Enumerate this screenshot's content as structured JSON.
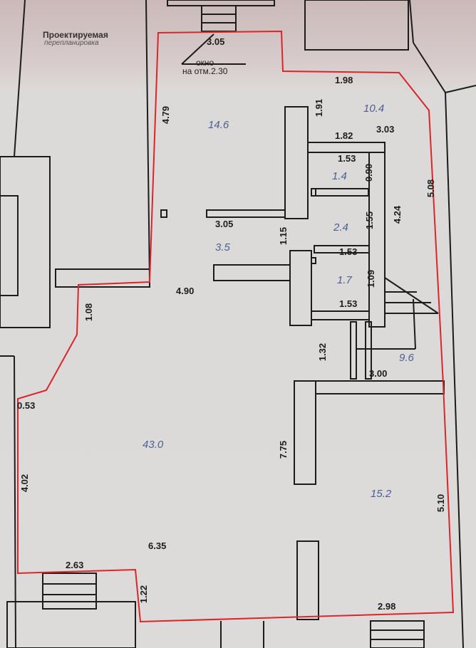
{
  "title": {
    "line1": "Проектируемая",
    "line2": "перепланировка"
  },
  "window_note": {
    "line1": "окно",
    "line2": "на отм.2.30"
  },
  "colors": {
    "boundary": "#d8262b",
    "area_text": "#4a5f96",
    "wall": "#1c1c1c"
  },
  "areas": [
    "14.6",
    "10.4",
    "1.4",
    "2.4",
    "3.5",
    "1.7",
    "9.6",
    "43.0",
    "15.2"
  ],
  "dimensions": [
    "3.05",
    "1.98",
    "4.79",
    "1.91",
    "1.82",
    "3.03",
    "1.53",
    "0.90",
    "5.08",
    "3.05",
    "1.15",
    "1.55",
    "4.24",
    "1.53",
    "4.90",
    "1.09",
    "1.53",
    "1.08",
    "1.32",
    "3.00",
    "0.53",
    "7.75",
    "4.02",
    "5.10",
    "6.35",
    "2.63",
    "1.22",
    "2.98"
  ]
}
